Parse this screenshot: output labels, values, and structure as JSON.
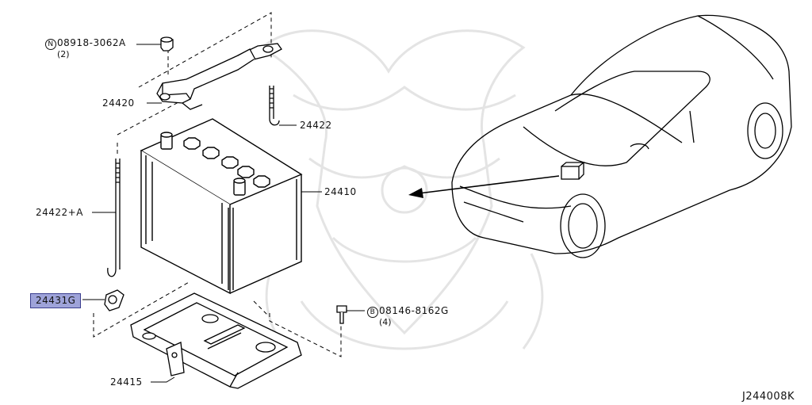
{
  "callouts": {
    "p_08918": {
      "prefix": "N",
      "code": "08918-3062A",
      "qty": "(2)"
    },
    "p_24420": "24420",
    "p_24422": "24422",
    "p_24410": "24410",
    "p_24422A": "24422+A",
    "p_24431G": "24431G",
    "p_08146": {
      "prefix": "B",
      "code": "08146-8162G",
      "qty": "(4)"
    },
    "p_24415": "24415"
  },
  "diagram_code": "J244008K",
  "colors": {
    "highlight": "#9ea3d9",
    "highlight_border": "#3b3f8f",
    "line": "#000000",
    "watermark": "#e6e6e6"
  }
}
